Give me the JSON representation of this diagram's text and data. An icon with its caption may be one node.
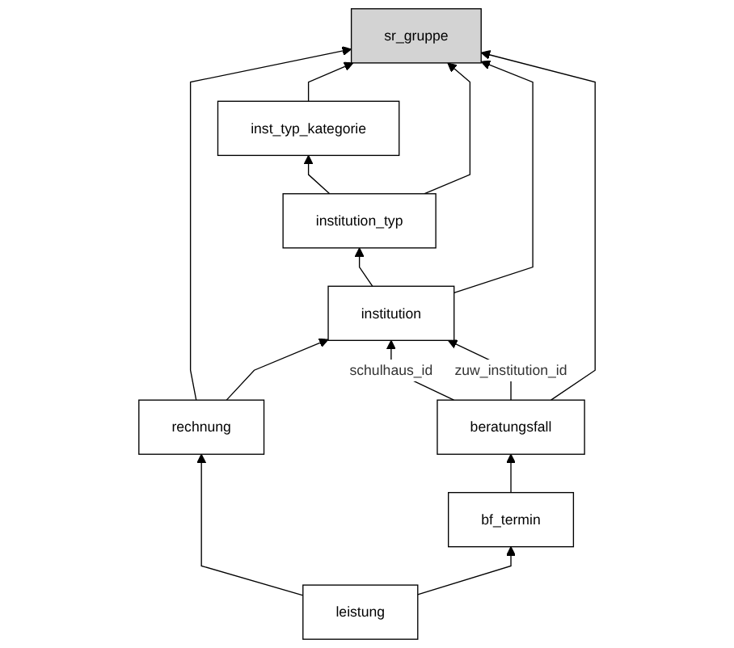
{
  "diagram": {
    "nodes": [
      {
        "text": [
          "sr_gruppe"
        ]
      },
      {
        "text": [
          "inst_typ_kategorie"
        ]
      },
      {
        "text": [
          "rechnung"
        ]
      },
      {
        "text": [
          "institution_typ"
        ]
      },
      {
        "text": [
          "institution"
        ]
      },
      {
        "text": [
          "beratungsfall"
        ]
      },
      {
        "text": [
          "bf_termin"
        ]
      },
      {
        "text": [
          "leistung"
        ]
      }
    ],
    "edges": [
      {
        "from": 2,
        "to": 0,
        "arrow": "to"
      },
      {
        "from": 1,
        "to": 0,
        "arrow": "to"
      },
      {
        "from": 3,
        "to": 1,
        "arrow": "to"
      },
      {
        "from": 3,
        "to": 0,
        "arrow": "to"
      },
      {
        "from": 2,
        "to": 4,
        "arrow": "to"
      },
      {
        "from": 4,
        "to": 3,
        "arrow": "to"
      },
      {
        "from": 4,
        "to": 0,
        "arrow": "to"
      },
      {
        "from": 5,
        "to": 4,
        "label": "schulhaus_id",
        "arrow": "to"
      },
      {
        "from": 5,
        "to": 4,
        "label": "zuw_institution_id",
        "arrow": "to"
      },
      {
        "from": 5,
        "to": 0,
        "arrow": "to"
      },
      {
        "from": 6,
        "to": 5,
        "arrow": "to"
      },
      {
        "from": 7,
        "to": 6,
        "arrow": "to"
      },
      {
        "from": 7,
        "to": 2,
        "arrow": "to"
      }
    ]
  }
}
